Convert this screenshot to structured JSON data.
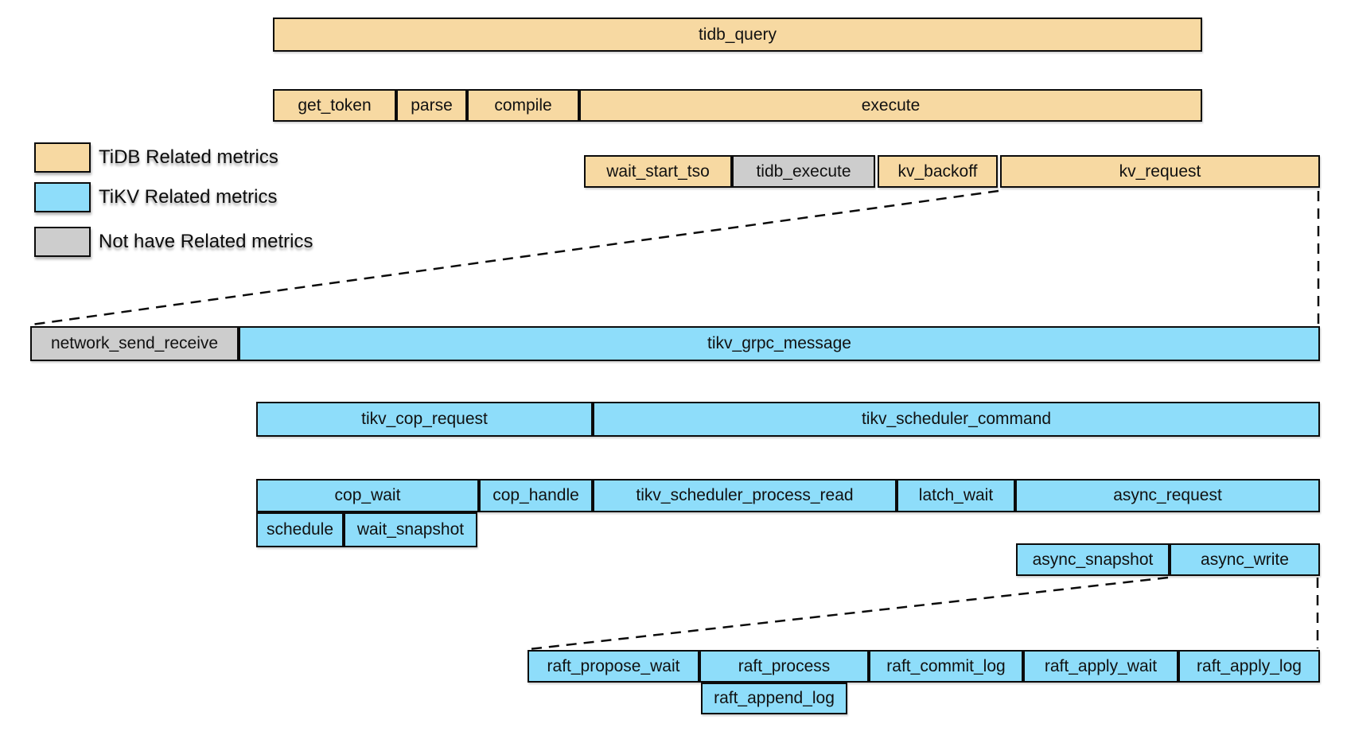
{
  "colors": {
    "tidb_metric_fill": "#f7d9a2",
    "tikv_metric_fill": "#8eddfa",
    "no_metric_fill": "#cdcdcd",
    "border": "#0b0b0b",
    "background": "#ffffff"
  },
  "legend": {
    "items": [
      {
        "label": "TiDB Related metrics",
        "category": "tidb",
        "color": "#f7d9a2"
      },
      {
        "label": "TiKV Related metrics",
        "category": "tikv",
        "color": "#8eddfa"
      },
      {
        "label": "Not have Related metrics",
        "category": "none",
        "color": "#cdcdcd"
      }
    ]
  },
  "rows": [
    {
      "name": "tidb-query",
      "bars": [
        {
          "label": "tidb_query",
          "category": "tidb"
        }
      ]
    },
    {
      "name": "query-phases",
      "bars": [
        {
          "label": "get_token",
          "category": "tidb"
        },
        {
          "label": "parse",
          "category": "tidb"
        },
        {
          "label": "compile",
          "category": "tidb"
        },
        {
          "label": "execute",
          "category": "tidb"
        }
      ]
    },
    {
      "name": "execute-breakdown",
      "bars": [
        {
          "label": "wait_start_tso",
          "category": "tidb"
        },
        {
          "label": "tidb_execute",
          "category": "none"
        },
        {
          "label": "kv_backoff",
          "category": "tidb"
        },
        {
          "label": "kv_request",
          "category": "tidb"
        }
      ]
    },
    {
      "name": "kv-request-breakdown",
      "bars": [
        {
          "label": "network_send_receive",
          "category": "none"
        },
        {
          "label": "tikv_grpc_message",
          "category": "tikv"
        }
      ]
    },
    {
      "name": "grpc-message-breakdown",
      "bars": [
        {
          "label": "tikv_cop_request",
          "category": "tikv"
        },
        {
          "label": "tikv_scheduler_command",
          "category": "tikv"
        }
      ]
    },
    {
      "name": "cop-and-scheduler-breakdown",
      "bars": [
        {
          "label": "cop_wait",
          "category": "tikv"
        },
        {
          "label": "cop_handle",
          "category": "tikv"
        },
        {
          "label": "tikv_scheduler_process_read",
          "category": "tikv"
        },
        {
          "label": "latch_wait",
          "category": "tikv"
        },
        {
          "label": "async_request",
          "category": "tikv"
        }
      ]
    },
    {
      "name": "cop-wait-breakdown",
      "bars": [
        {
          "label": "schedule",
          "category": "tikv"
        },
        {
          "label": "wait_snapshot",
          "category": "tikv"
        }
      ]
    },
    {
      "name": "async-request-breakdown",
      "bars": [
        {
          "label": "async_snapshot",
          "category": "tikv"
        },
        {
          "label": "async_write",
          "category": "tikv"
        }
      ]
    },
    {
      "name": "async-write-breakdown",
      "bars": [
        {
          "label": "raft_propose_wait",
          "category": "tikv"
        },
        {
          "label": "raft_process",
          "category": "tikv"
        },
        {
          "label": "raft_commit_log",
          "category": "tikv"
        },
        {
          "label": "raft_apply_wait",
          "category": "tikv"
        },
        {
          "label": "raft_apply_log",
          "category": "tikv"
        }
      ]
    },
    {
      "name": "raft-process-breakdown",
      "bars": [
        {
          "label": "raft_append_log",
          "category": "tikv"
        }
      ]
    }
  ]
}
